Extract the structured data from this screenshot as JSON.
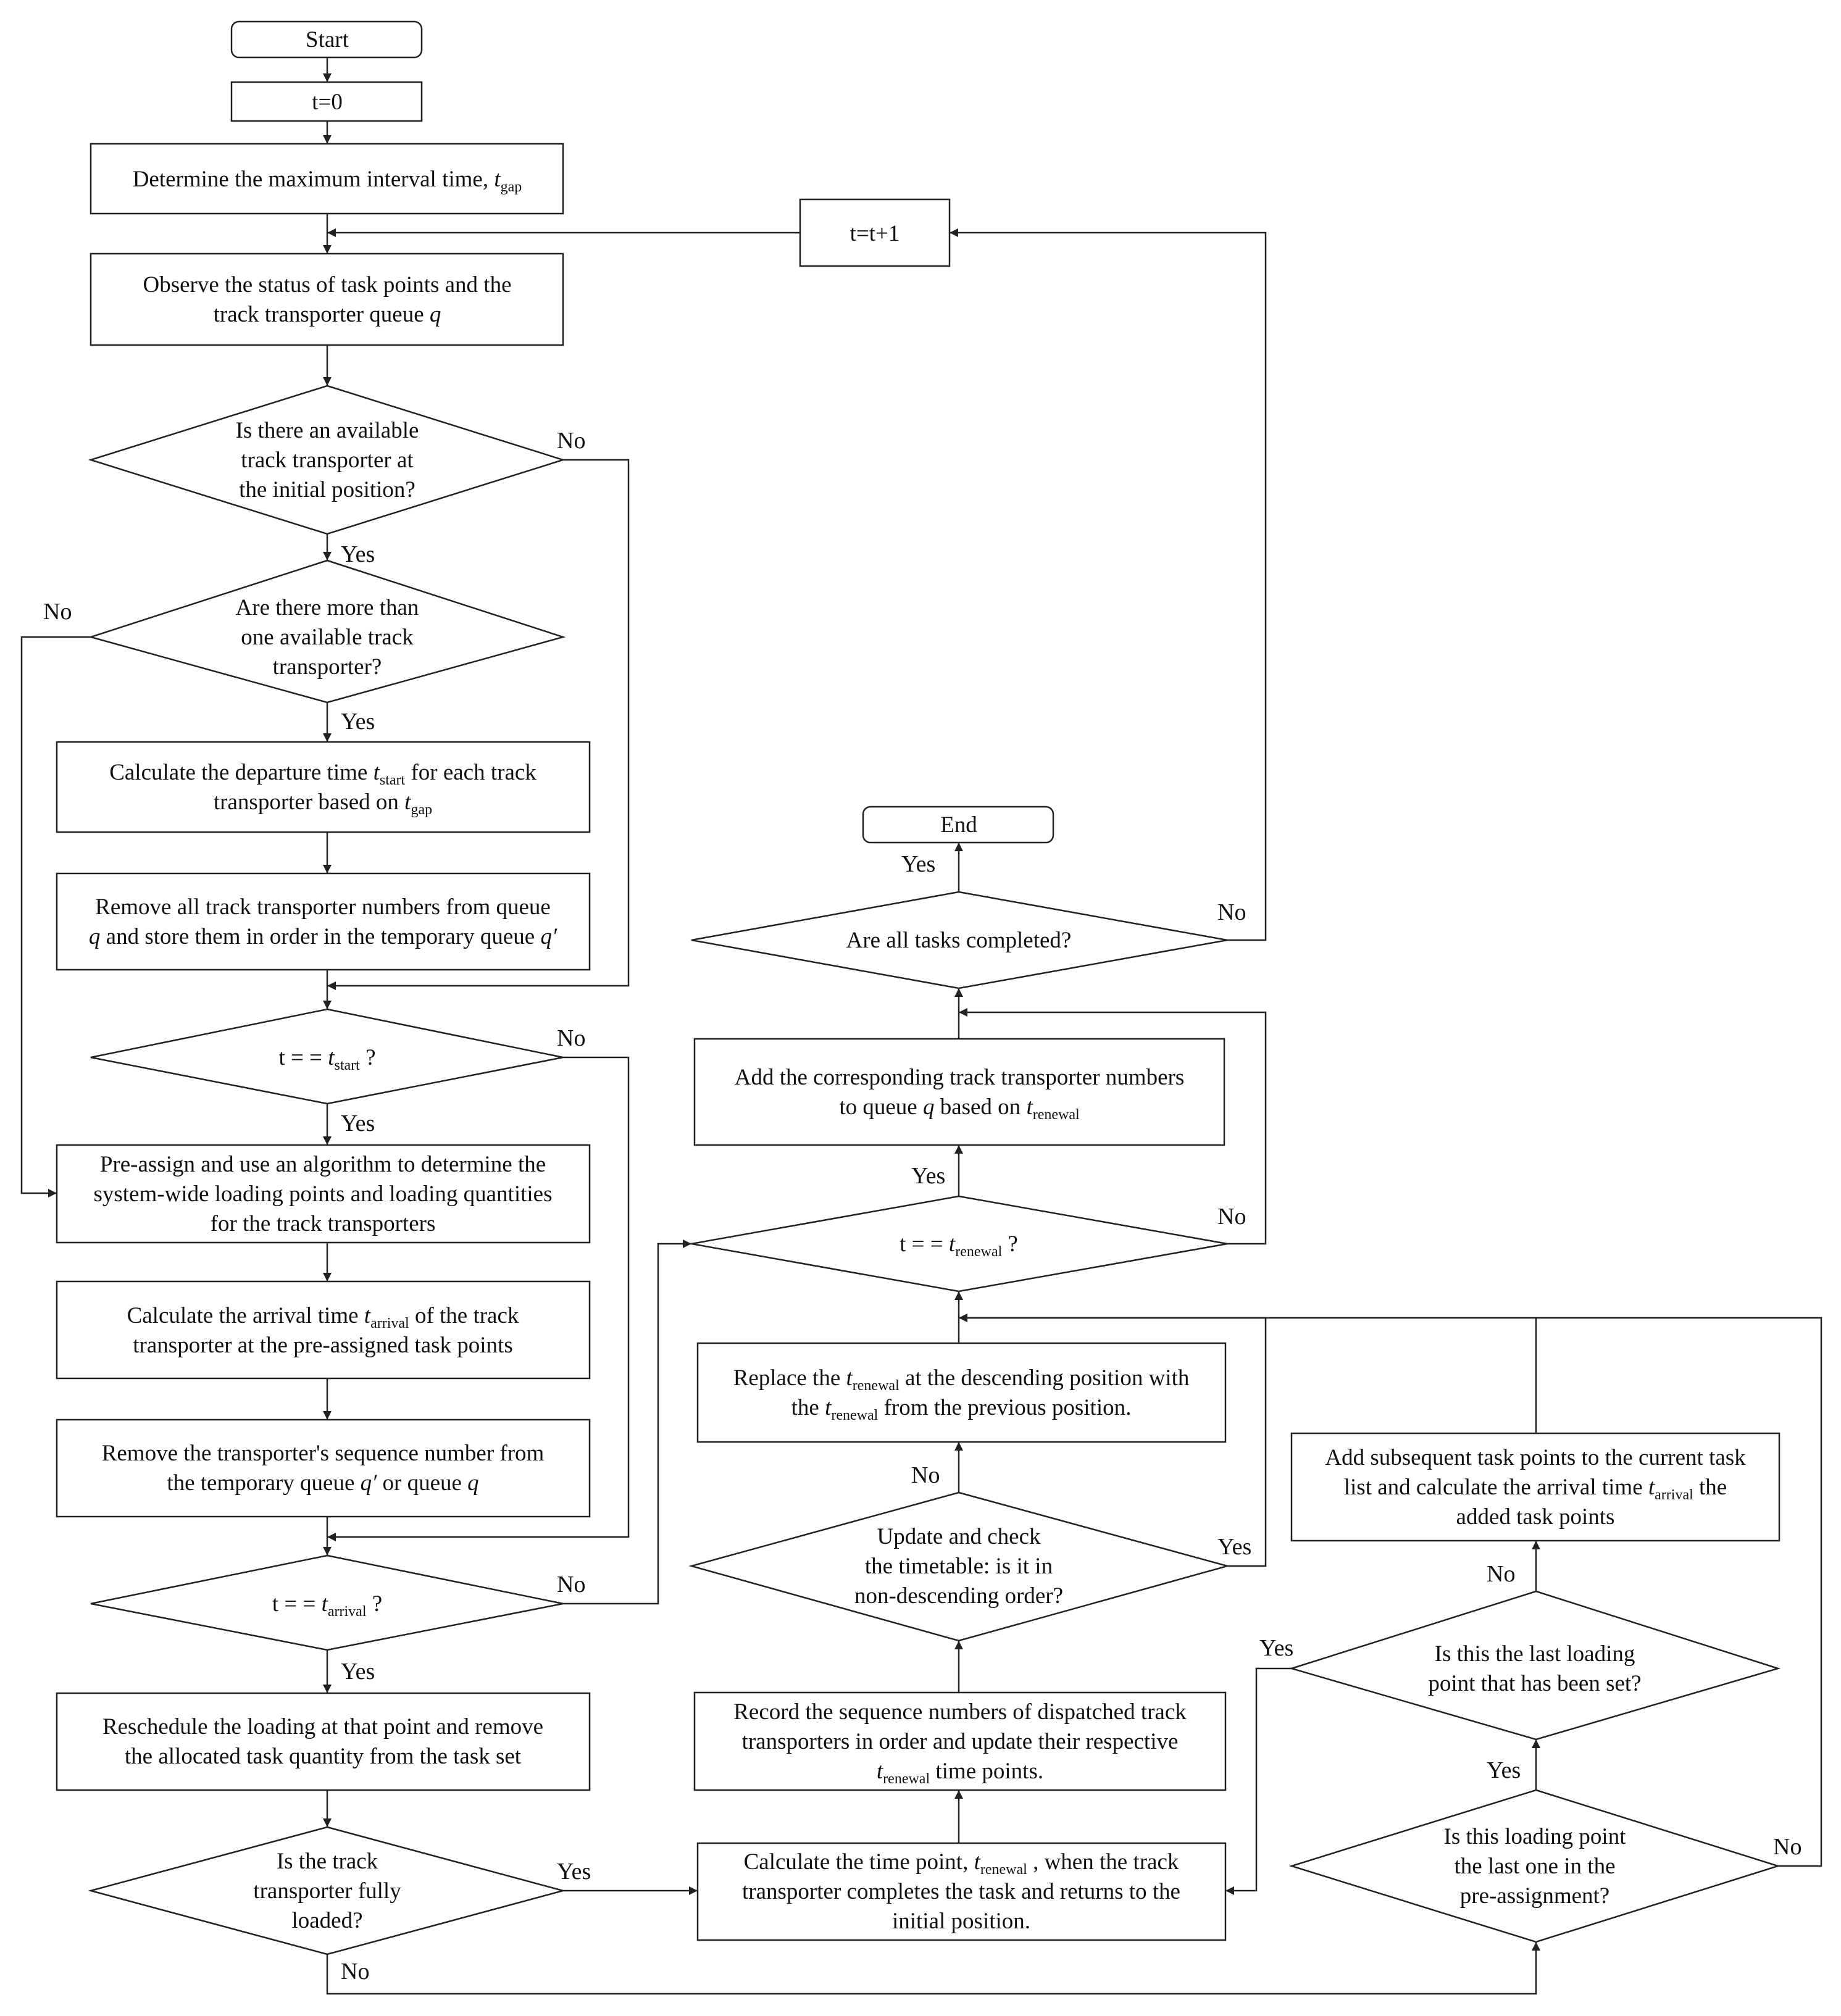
{
  "nodes": {
    "start": "Start",
    "t0": "t=0",
    "determine_tgap": [
      "Determine the maximum interval time, {i:t}{s:gap}"
    ],
    "t_plus": "t=t+1",
    "observe": [
      "Observe the status of task points and the",
      "track transporter queue {i:q}"
    ],
    "available_initial": [
      "Is there an available",
      "track transporter at",
      "the initial position?"
    ],
    "more_than_one": [
      "Are there more than",
      "one available track",
      "transporter?"
    ],
    "calc_departure": [
      "Calculate the departure time {i:t}{s:start} for each track",
      "transporter based on {i:t}{s:gap}"
    ],
    "remove_all": [
      "Remove all track transporter numbers from queue",
      "{i:q} and store them in order in the temporary queue {i:q′}"
    ],
    "t_eq_start": [
      "t = = {i:t}{s:start} ?"
    ],
    "preassign": [
      "Pre-assign and use an algorithm to determine the",
      "system-wide loading points and loading quantities",
      "for the track transporters"
    ],
    "calc_arrival": [
      "Calculate the arrival time {i:t}{s:arrival} of the track",
      "transporter at the pre-assigned task points"
    ],
    "remove_seq": [
      "Remove the transporter's sequence number from",
      "the temporary queue {i:q′} or queue {i:q}"
    ],
    "t_eq_arrival": [
      "t = = {i:t}{s:arrival} ?"
    ],
    "reschedule": [
      "Reschedule the loading at that point and remove",
      "the allocated task quantity from the task set"
    ],
    "fully_loaded": [
      "Is the track",
      "transporter fully",
      "loaded?"
    ],
    "end": "End",
    "all_completed": [
      "Are all tasks completed?"
    ],
    "add_corresponding": [
      "Add the corresponding track transporter numbers",
      "to queue {i:q} based on {i:t}{s:renewal}"
    ],
    "t_eq_renewal": [
      "t = = {i:t}{s:renewal} ?"
    ],
    "replace_renewal": [
      "Replace the {i:t}{s:renewal} at the descending position with",
      "the {i:t}{s:renewal} from the previous position."
    ],
    "update_check": [
      "Update and check",
      "the timetable: is it in",
      "non-descending order?"
    ],
    "record_seq": [
      "Record the sequence numbers of dispatched track",
      "transporters in order and update their respective",
      "{i:t}{s:renewal} time points."
    ],
    "calc_timepoint": [
      "Calculate the time point, {i:t}{s:renewal} , when the track",
      "transporter completes the task and returns to the",
      "initial position."
    ],
    "add_subsequent": [
      "Add subsequent task points to the current task",
      "list and calculate the arrival time {i:t}{s:arrival} the",
      "added task points"
    ],
    "last_set": [
      "Is this the last loading",
      "point that has been set?"
    ],
    "last_preassign": [
      "Is this loading point",
      "the last one in the",
      "pre-assignment?"
    ]
  },
  "labels": {
    "yes": "Yes",
    "no": "No"
  }
}
